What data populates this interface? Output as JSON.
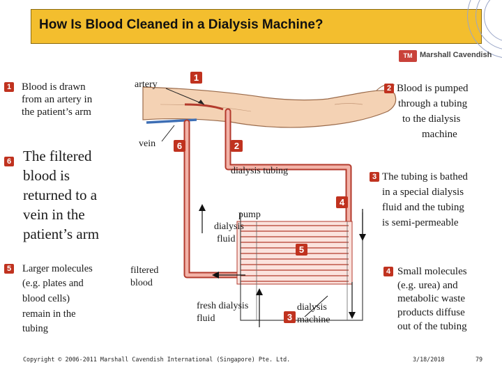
{
  "title": "How Is Blood Cleaned in a Dialysis Machine?",
  "logo": {
    "mark": "TM",
    "text": "Marshall Cavendish"
  },
  "steps_left": [
    {
      "num": "1",
      "text": [
        "Blood is drawn",
        "from an artery in",
        "the patient’s arm"
      ]
    },
    {
      "num": "6",
      "text": [
        "The filtered",
        "blood is",
        "returned to a",
        "vein in the",
        "patient’s arm"
      ]
    },
    {
      "num": "5",
      "text": [
        "Larger molecules",
        "(e.g. plates and",
        "blood cells)",
        "remain in the",
        "tubing"
      ]
    }
  ],
  "steps_right": [
    {
      "num": "2",
      "text": [
        "Blood is pumped",
        "through a tubing",
        "to the dialysis",
        "machine"
      ]
    },
    {
      "num": "3",
      "text": [
        "The tubing is bathed",
        "in a special dialysis",
        "fluid and the tubing",
        "is semi-permeable"
      ]
    },
    {
      "num": "4",
      "text": [
        "Small molecules",
        "(e.g. urea) and",
        "metabolic waste",
        "products diffuse",
        "out of the tubing"
      ]
    }
  ],
  "diagram": {
    "labels": {
      "artery": "artery",
      "vein": "vein",
      "dialysis_tubing": "dialysis tubing",
      "pump": "pump",
      "dialysis_fluid": [
        "dialysis",
        "fluid"
      ],
      "filtered_blood": [
        "filtered",
        "blood"
      ],
      "fresh_dialysis_fluid": [
        "fresh dialysis",
        "fluid"
      ],
      "dialysis_machine": [
        "dialysis",
        "machine"
      ]
    },
    "badges": {
      "b1": "1",
      "b2": "2",
      "b3": "3",
      "b4": "4",
      "b5": "5",
      "b6": "6"
    }
  },
  "colors": {
    "title_bg": "#f3be2e",
    "badge": "#c0321f",
    "tube": "#e08a7e",
    "tube_dark": "#b33a2c",
    "skin": "#f4d2b4"
  },
  "footer": {
    "copyright": "Copyright © 2006-2011 Marshall Cavendish International (Singapore) Pte. Ltd.",
    "date": "3/18/2018",
    "page": "79"
  }
}
